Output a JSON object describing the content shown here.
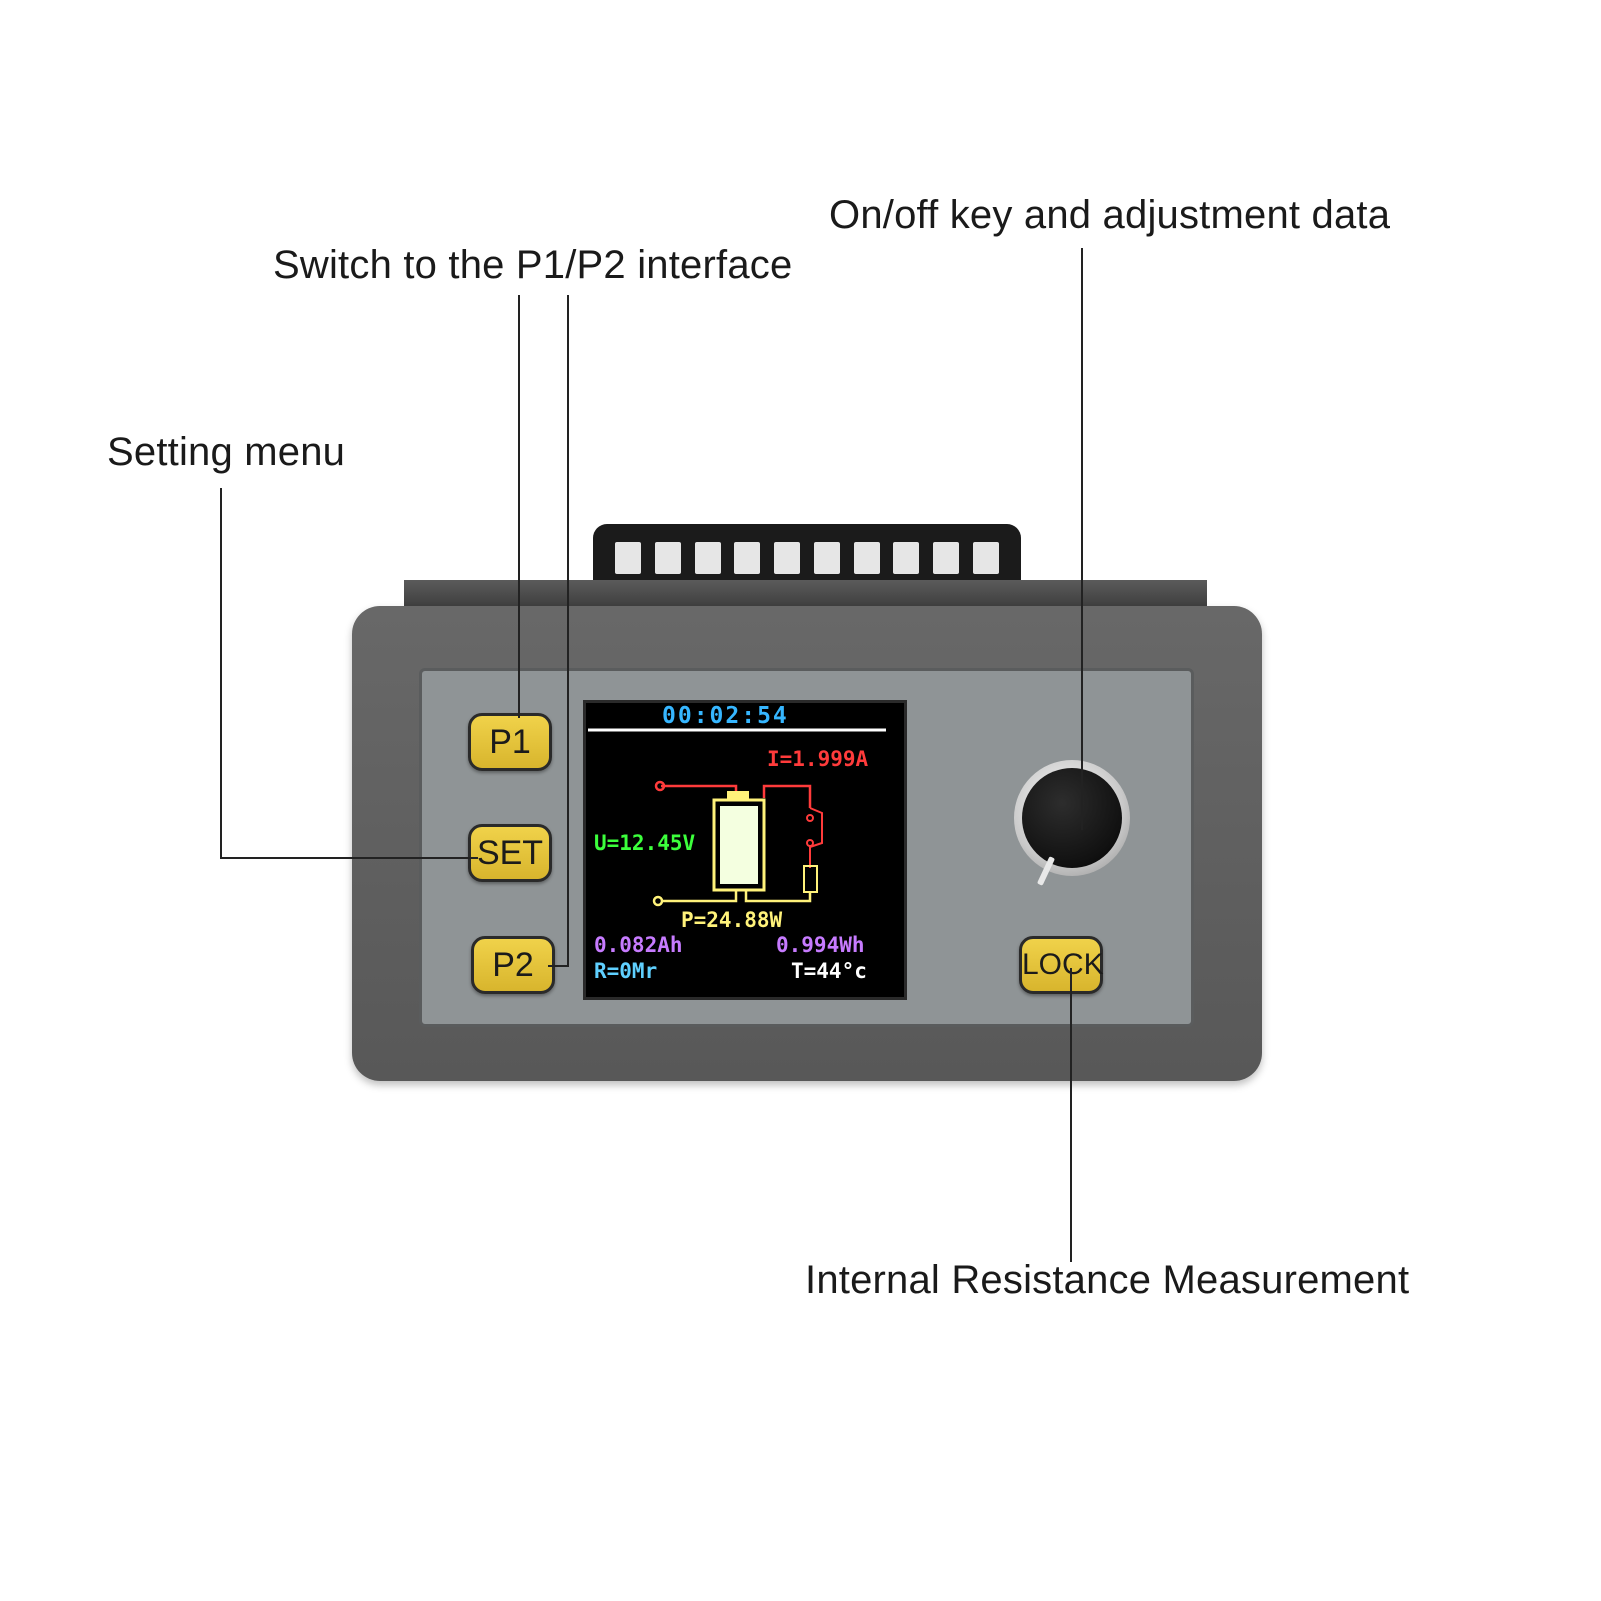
{
  "callouts": {
    "onoff": "On/off key and adjustment data",
    "switch": "Switch to the P1/P2 interface",
    "setting": "Setting menu",
    "resistance": "Internal Resistance Measurement"
  },
  "keys": {
    "p1": "P1",
    "set": "SET",
    "p2": "P2",
    "lock": "LOCK"
  },
  "lcd": {
    "timer": "00:02:54",
    "current": "I=1.999A",
    "voltage": "U=12.45V",
    "power": "P=24.88W",
    "capacity": "0.082Ah",
    "energy": "0.994Wh",
    "resistance": "R=0Mr",
    "temperature": "T=44°c"
  },
  "colors": {
    "timer": "#36b6ff",
    "current": "#ff3b3b",
    "voltage": "#3cff3c",
    "power": "#fff27a",
    "capacity": "#c77bff",
    "energy": "#c77bff",
    "resistance": "#5fd0ff",
    "temperature": "#ffffff",
    "key": "#e6c43a"
  }
}
